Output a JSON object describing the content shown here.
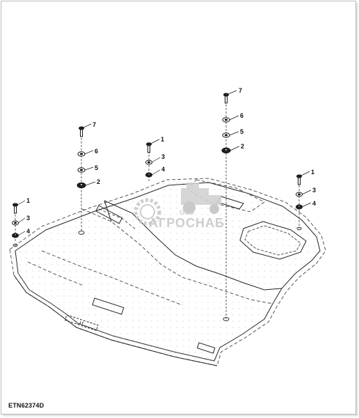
{
  "figure_id": "ETN62374D",
  "watermark": {
    "company": "АГРОСНАБ",
    "prefix": "ООО"
  },
  "callouts": {
    "left_stack": [
      "1",
      "3",
      "4"
    ],
    "left_center_stack": [
      "7",
      "6",
      "5",
      "2"
    ],
    "center_stack": [
      "1",
      "3",
      "4"
    ],
    "right_center_stack": [
      "7",
      "6",
      "5",
      "2"
    ],
    "right_stack": [
      "1",
      "3",
      "4"
    ]
  },
  "colors": {
    "line": "#222222",
    "dash": "#555555",
    "watermark": "#c8c8c8",
    "frame": "#b9b9b9"
  }
}
